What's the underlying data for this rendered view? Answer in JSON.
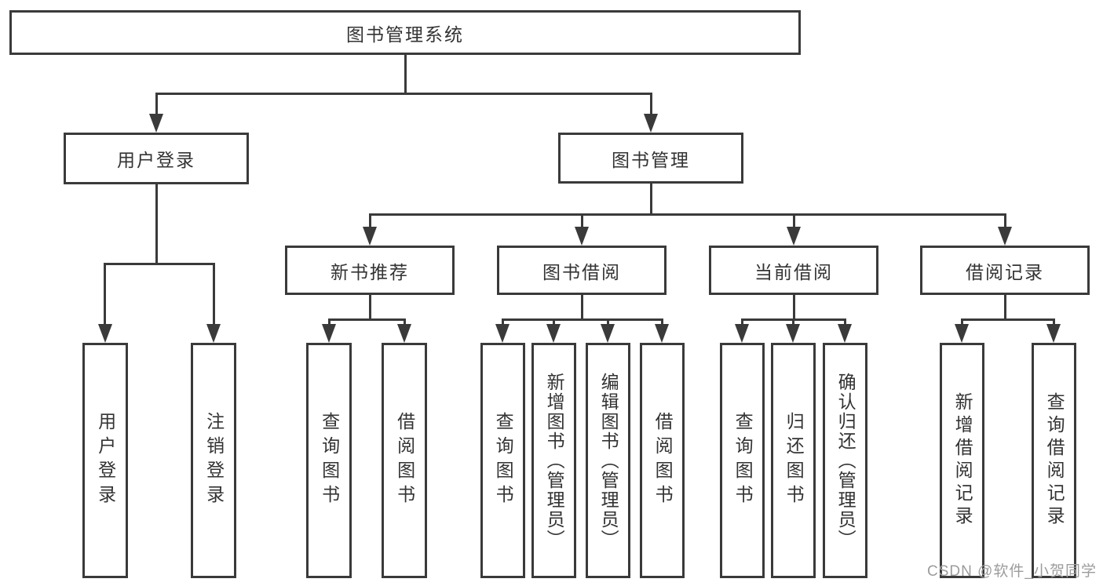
{
  "diagram": {
    "root": {
      "label": "图书管理系统"
    },
    "level2": [
      {
        "id": "user-login",
        "label": "用户登录",
        "children": [
          {
            "label": "用户登录"
          },
          {
            "label": "注销登录"
          }
        ]
      },
      {
        "id": "book-management",
        "label": "图书管理",
        "children": [
          {
            "id": "new-book-recommend",
            "label": "新书推荐",
            "children": [
              {
                "label": "查询图书"
              },
              {
                "label": "借阅图书"
              }
            ]
          },
          {
            "id": "book-borrowing",
            "label": "图书借阅",
            "children": [
              {
                "label": "查询图书"
              },
              {
                "label": "新增图书（管理员）"
              },
              {
                "label": "编辑图书（管理员）"
              },
              {
                "label": "借阅图书"
              }
            ]
          },
          {
            "id": "current-borrowing",
            "label": "当前借阅",
            "children": [
              {
                "label": "查询图书"
              },
              {
                "label": "归还图书"
              },
              {
                "label": "确认归还（管理员）"
              }
            ]
          },
          {
            "id": "borrowing-records",
            "label": "借阅记录",
            "children": [
              {
                "label": "新增借阅记录"
              },
              {
                "label": "查询借阅记录"
              }
            ]
          }
        ]
      }
    ]
  },
  "watermark": {
    "text": "CSDN @软件_小贺同学"
  },
  "colors": {
    "line": "#3a3a3a",
    "text": "#333333",
    "background": "#ffffff",
    "watermark": "#9c9c9c"
  }
}
